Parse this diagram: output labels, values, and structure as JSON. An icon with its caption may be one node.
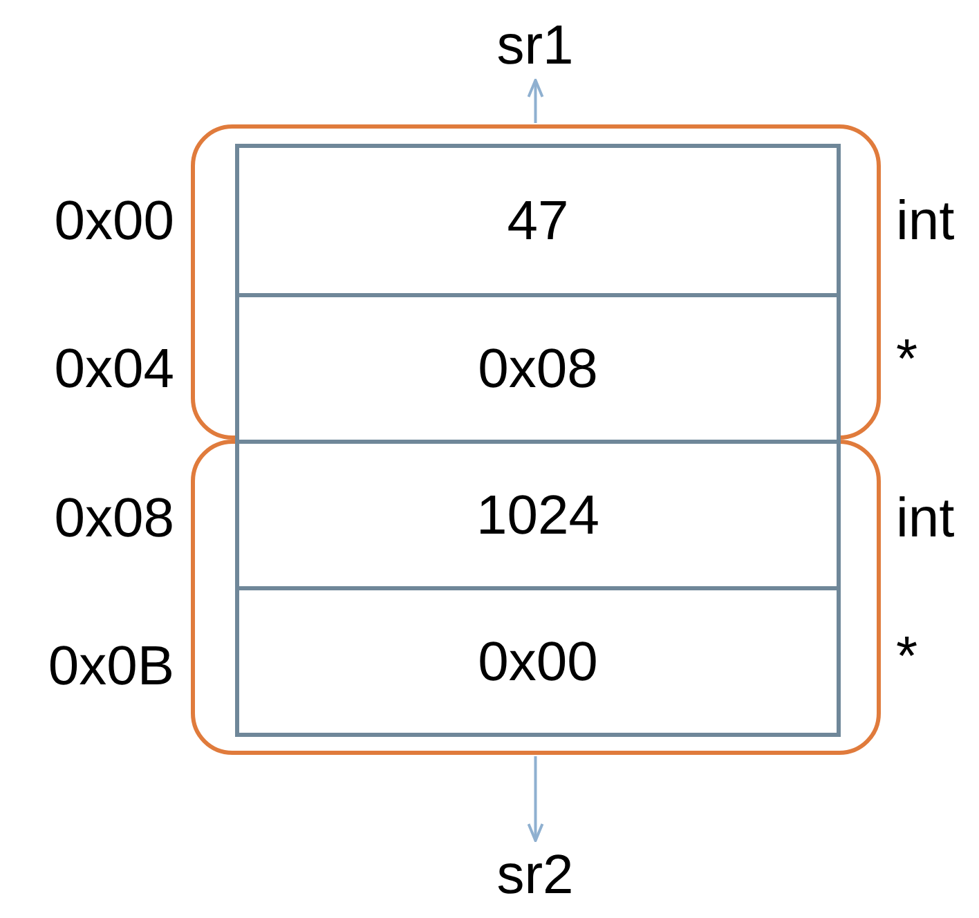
{
  "diagram": {
    "nodes": [
      {
        "text": [
          "sr1"
        ]
      },
      {
        "text": [],
        "shape": "box"
      },
      {
        "text": [
          "47"
        ],
        "in": 1
      },
      {
        "text": [
          "0x08"
        ],
        "in": 1
      },
      {
        "text": [],
        "shape": "box"
      },
      {
        "text": [
          "1024"
        ],
        "in": 4
      },
      {
        "text": [
          "0x00"
        ],
        "in": 4
      },
      {
        "text": [
          "sr2"
        ]
      }
    ],
    "edges": [
      {
        "from": 1,
        "to": 0,
        "arrow": "to"
      },
      {
        "from": 4,
        "to": 7,
        "arrow": "to"
      }
    ],
    "labels": [
      "0x00",
      "int",
      "0x04",
      "*",
      "0x08",
      "int",
      "0x0B",
      "*"
    ]
  }
}
